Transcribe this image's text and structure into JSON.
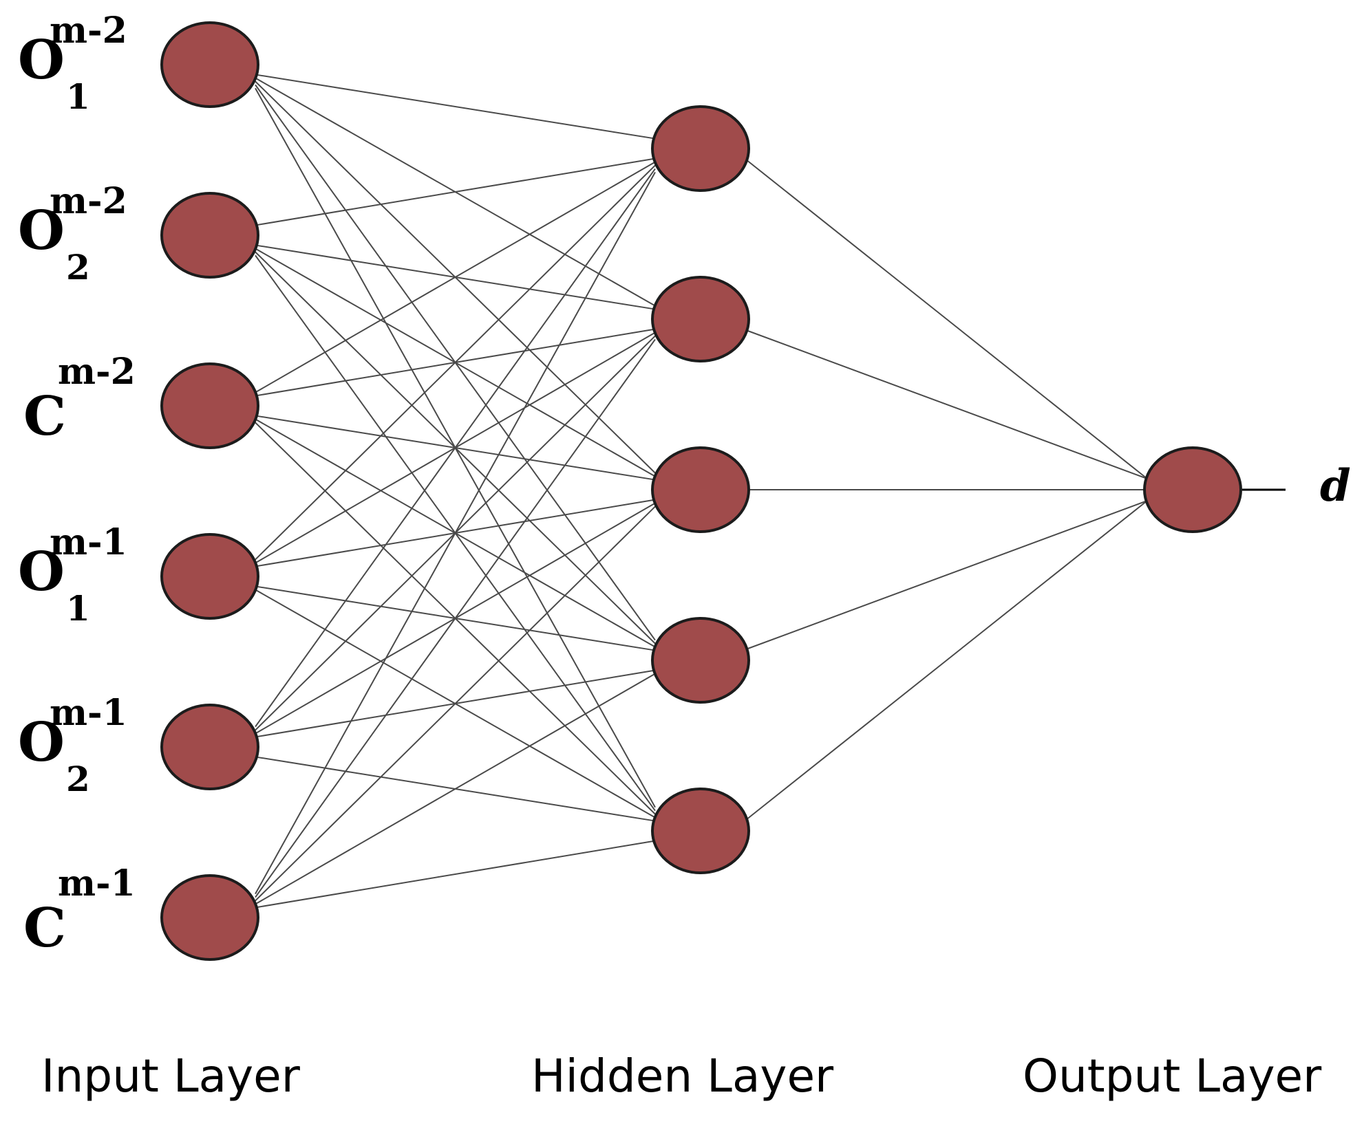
{
  "diagram": {
    "colors": {
      "node_fill": "#a04b4b",
      "node_stroke": "#1c1c1c",
      "edge": "#4a4a4a",
      "text": "#000000"
    },
    "input_nodes": [
      {
        "id": "in-1",
        "main": "O",
        "sub": "1",
        "sup": "m-2"
      },
      {
        "id": "in-2",
        "main": "O",
        "sub": "2",
        "sup": "m-2"
      },
      {
        "id": "in-3",
        "main": "C",
        "sub": "",
        "sup": "m-2"
      },
      {
        "id": "in-4",
        "main": "O",
        "sub": "1",
        "sup": "m-1"
      },
      {
        "id": "in-5",
        "main": "O",
        "sub": "2",
        "sup": "m-1"
      },
      {
        "id": "in-6",
        "main": "C",
        "sub": "",
        "sup": "m-1"
      }
    ],
    "hidden_node_count": 5,
    "output_label": "d",
    "layer_labels": {
      "input": "Input Layer",
      "hidden": "Hidden Layer",
      "output": "Output Layer"
    }
  }
}
